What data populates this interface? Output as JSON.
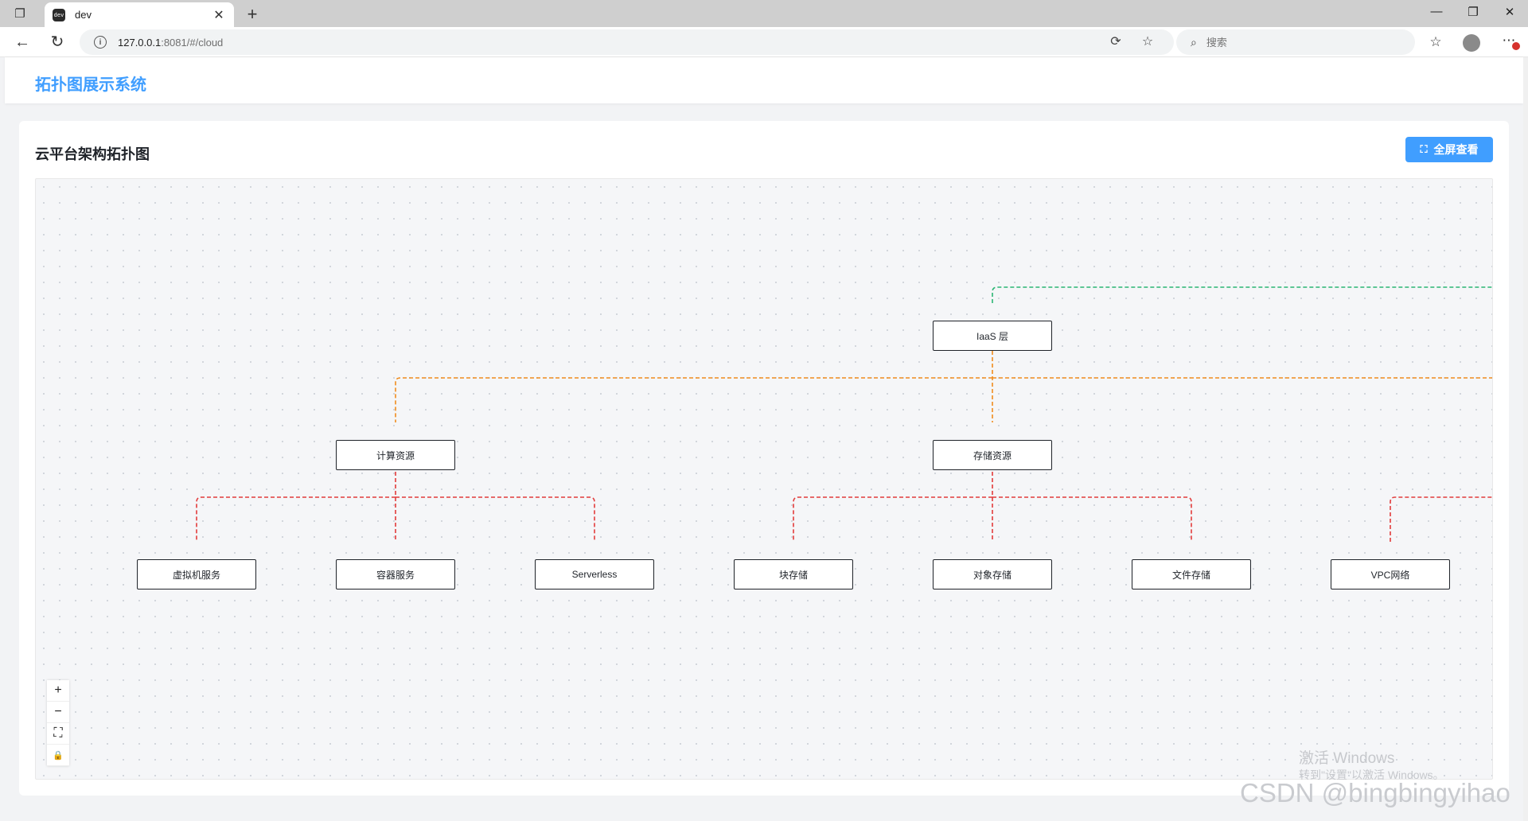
{
  "browser": {
    "tab_title": "dev",
    "tab_favicon": "dev",
    "url_host": "127.0.0.1",
    "url_path": ":8081/#/cloud",
    "search_placeholder": "搜索"
  },
  "app": {
    "title": "拓扑图展示系统"
  },
  "card": {
    "title": "云平台架构拓扑图",
    "fullscreen_label": "全屏查看"
  },
  "graph": {
    "nodes": [
      {
        "id": "iaas",
        "label": "IaaS 层"
      },
      {
        "id": "compute",
        "label": "计算资源"
      },
      {
        "id": "storage",
        "label": "存储资源"
      },
      {
        "id": "vm",
        "label": "虚拟机服务"
      },
      {
        "id": "container",
        "label": "容器服务"
      },
      {
        "id": "serverless",
        "label": "Serverless"
      },
      {
        "id": "block",
        "label": "块存储"
      },
      {
        "id": "object",
        "label": "对象存储"
      },
      {
        "id": "file",
        "label": "文件存储"
      },
      {
        "id": "vpc",
        "label": "VPC网络"
      }
    ],
    "edge_colors": {
      "level1": "#2bb673",
      "level2": "#f08c1d",
      "level3": "#e23b3b"
    }
  },
  "controls": {
    "zoom_in": "+",
    "zoom_out": "−",
    "fit": "⛶",
    "lock": "🔒"
  },
  "watermark": {
    "activate_title": "激活 Windows",
    "activate_sub": "转到\"设置\"以激活 Windows。",
    "csdn": "CSDN @bingbingyihao"
  }
}
